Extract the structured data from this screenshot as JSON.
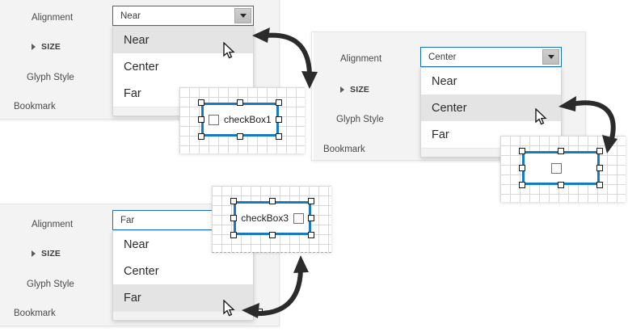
{
  "theme": {
    "accent_blue": "#1a7ac0",
    "combo_border": "#1a70b8",
    "panel_bg": "#f3f3f3",
    "selection_bg": "#e4e4e4",
    "arrow_color": "#2b2b2b",
    "grid_line": "#d8d8d8"
  },
  "properties": {
    "alignment_label": "Alignment",
    "size_label": "SIZE",
    "glyph_style_label": "Glyph Style",
    "bookmark_label": "Bookmark"
  },
  "dropdown_options": [
    "Near",
    "Center",
    "Far"
  ],
  "panels": [
    {
      "id": "panel-near",
      "combo_value": "Near",
      "selected_option": "Near",
      "options": [
        "Near",
        "Center",
        "Far"
      ]
    },
    {
      "id": "panel-center",
      "combo_value": "Center",
      "selected_option": "Center",
      "options": [
        "Near",
        "Center",
        "Far"
      ]
    },
    {
      "id": "panel-far",
      "combo_value": "Far",
      "selected_option": "Far",
      "options": [
        "Near",
        "Center",
        "Far"
      ]
    }
  ],
  "design_surfaces": [
    {
      "id": "surface-checkbox1",
      "control_text": "checkBox1",
      "glyph_alignment": "Near"
    },
    {
      "id": "surface-checkbox2",
      "control_text": "",
      "glyph_alignment": "Center"
    },
    {
      "id": "surface-checkbox3",
      "control_text": "checkBox3",
      "glyph_alignment": "Far"
    }
  ],
  "icons": {
    "dropdown_arrow": "chevron-down-icon",
    "expander": "triangle-right-icon",
    "checkbox_glyph": "checkbox-glyph-icon",
    "pointer": "mouse-cursor-icon",
    "link_arrow": "curved-double-arrow-icon"
  }
}
